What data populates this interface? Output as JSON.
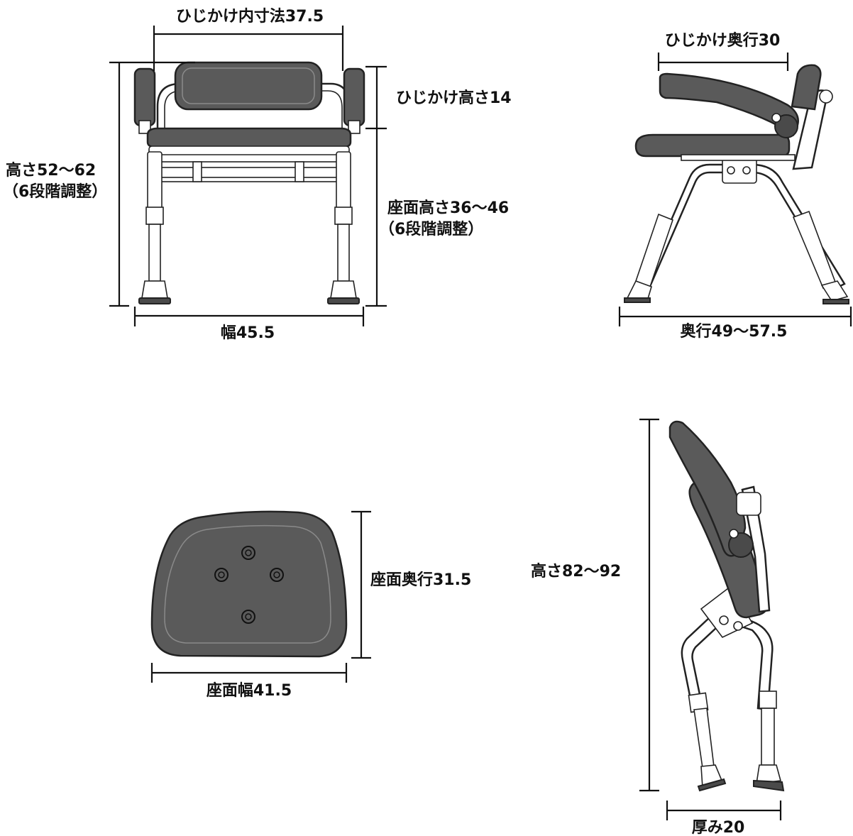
{
  "labels": {
    "armrest_inner_width": "ひじかけ内寸法37.5",
    "armrest_height": "ひじかけ高さ14",
    "total_height": "高さ52〜62",
    "total_height_note": "（6段階調整）",
    "seat_height": "座面高さ36〜46",
    "seat_height_note": "（6段階調整）",
    "width": "幅45.5",
    "armrest_depth": "ひじかけ奥行30",
    "depth": "奥行49〜57.5",
    "seat_depth": "座面奥行31.5",
    "seat_width": "座面幅41.5",
    "folded_height": "高さ82〜92",
    "folded_thickness": "厚み20"
  },
  "colors": {
    "cushion": "#5a5a5a",
    "frame": "#ffffff",
    "outline": "#222222"
  }
}
